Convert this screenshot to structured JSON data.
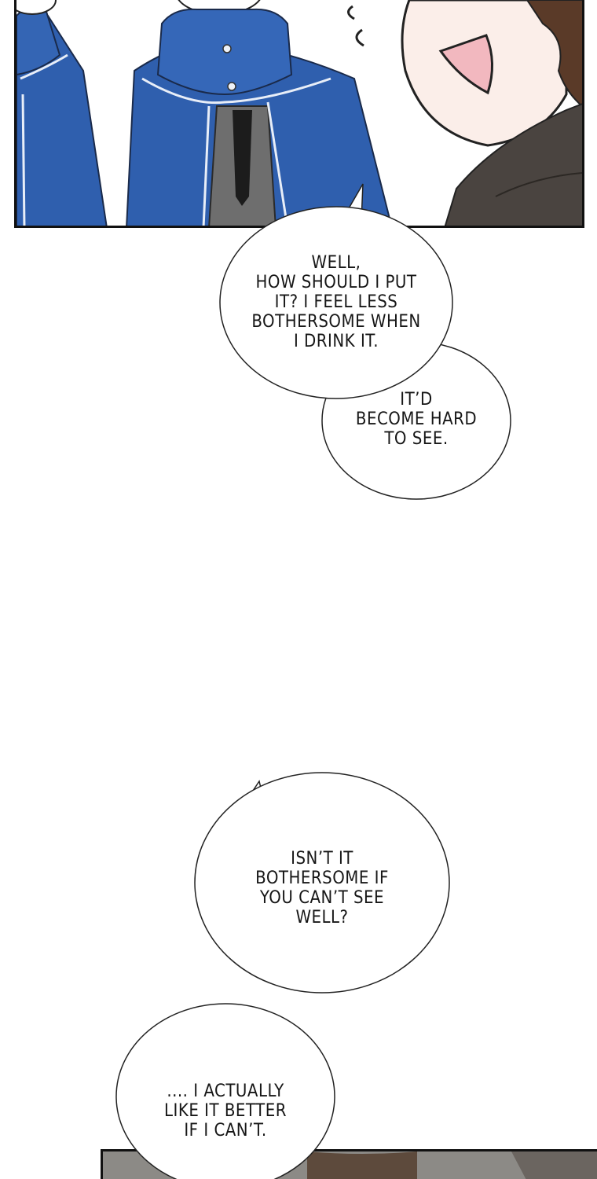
{
  "bubbles": {
    "b1": "WELL,\nHOW SHOULD I PUT\nIT? I FEEL LESS\nBOTHERSOME WHEN\nI DRINK IT.",
    "b2": "IT’D\nBECOME HARD\nTO SEE.",
    "b3": "ISN’T IT\nBOTHERSOME IF\nYOU CAN’T SEE\nWELL?",
    "b4": ".... I ACTUALLY\nLIKE IT BETTER\nIF I CAN’T."
  },
  "colors": {
    "cloak_blue": "#2f5fae",
    "cloak_trim": "#e8eef8",
    "uniform_gray": "#6e6e6e",
    "skin": "#fbeee9",
    "hair_brown": "#5a3a28",
    "coat_dark": "#4a4440",
    "mouth_pink": "#f2b8bf"
  }
}
